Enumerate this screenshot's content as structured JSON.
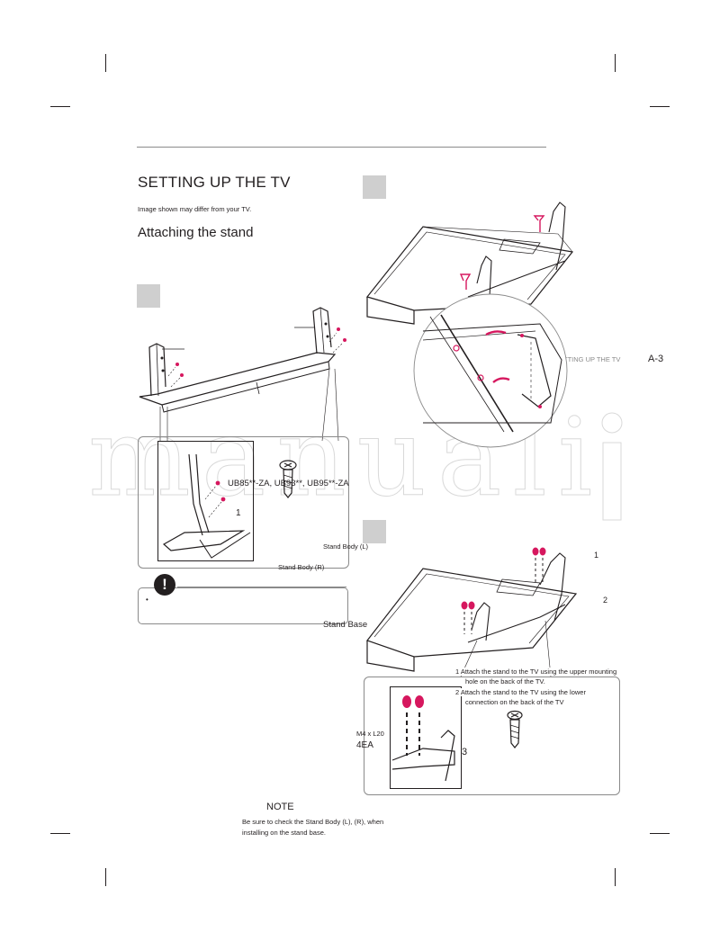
{
  "header": {
    "section_title": "SETTING UP THE TV",
    "disclaimer": "Image shown may differ from your TV.",
    "subsection_title": "Attaching the stand"
  },
  "side_tab": {
    "section_label": "SETTING UP THE TV",
    "page_number": "A-3"
  },
  "watermark": "manuali",
  "figure_stand": {
    "model_list": "UB85**-ZA, UB93**, UB95**-ZA",
    "detail_number": "1",
    "label_stand_body_l": "Stand Body (L)",
    "label_stand_body_r": "Stand Body (R)",
    "label_stand_base": "Stand Base"
  },
  "caution_box": {
    "bullet": "•"
  },
  "figure_attach": {
    "step_number_1": "1",
    "step_number_2": "2",
    "instruction_1": "1 Attach the stand to the TV using the upper mounting",
    "instruction_1_cont": "hole on the back of the TV.",
    "instruction_2": "2 Attach the stand to the TV using the lower",
    "instruction_2_cont": "connection on the back of the TV",
    "screw_spec": "M4 x L20",
    "screw_qty": "4EA",
    "detail_number": "3"
  },
  "note": {
    "heading": "NOTE",
    "line_1": "Be sure to check the Stand Body (L), (R), when",
    "line_2": "installing on the stand base."
  },
  "colors": {
    "ink": "#231f20",
    "screw_accent": "#d6175e",
    "step_box": "#cfcfcf",
    "rule": "#8a8a8a"
  }
}
